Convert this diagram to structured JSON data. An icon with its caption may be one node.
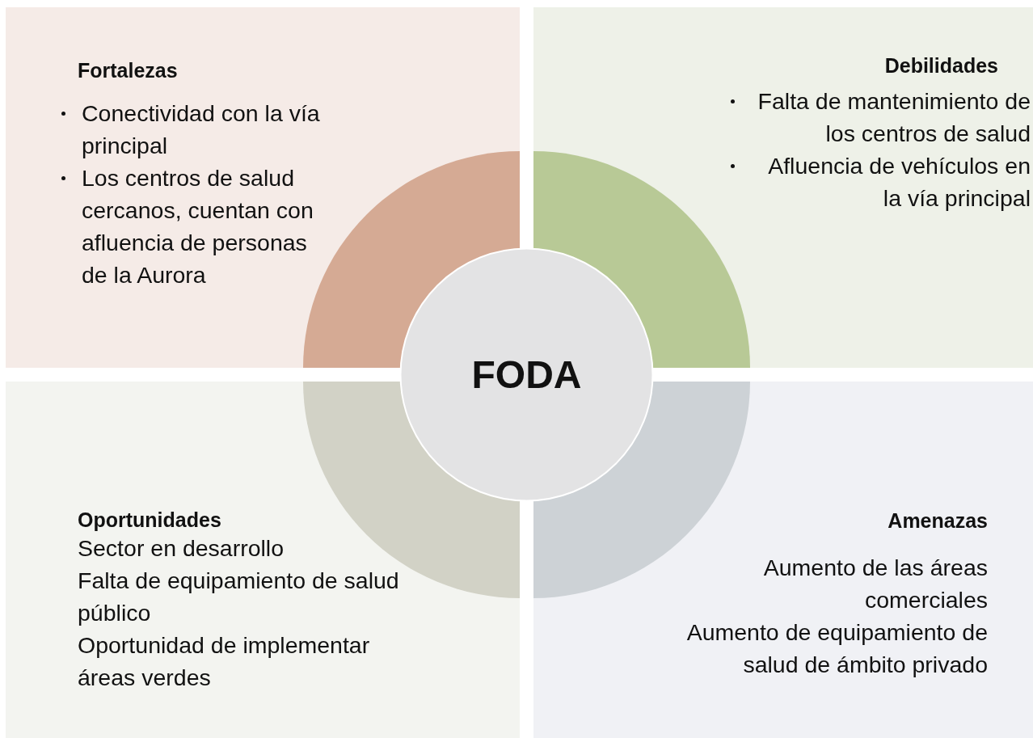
{
  "diagram": {
    "nodes": [
      {
        "text": [
          "Fortalezas",
          "Conectividad con la vía principal",
          "Los centros de salud cercanos, cuentan con afluencia de personas de la Aurora"
        ]
      },
      {
        "text": [
          "Debilidades",
          "Falta de mantenimiento de los centros de salud",
          "Afluencia de vehículos en la vía principal"
        ]
      },
      {
        "text": [
          "FODA"
        ]
      },
      {
        "text": [
          "Oportunidades",
          "Sector en desarrollo",
          "Falta de equipamiento de salud público",
          "Oportunidad de implementar áreas verdes"
        ]
      },
      {
        "text": [
          "Amenazas",
          "Aumento de las áreas comerciales",
          "Aumento de equipamiento de salud de ámbito privado"
        ]
      }
    ]
  }
}
